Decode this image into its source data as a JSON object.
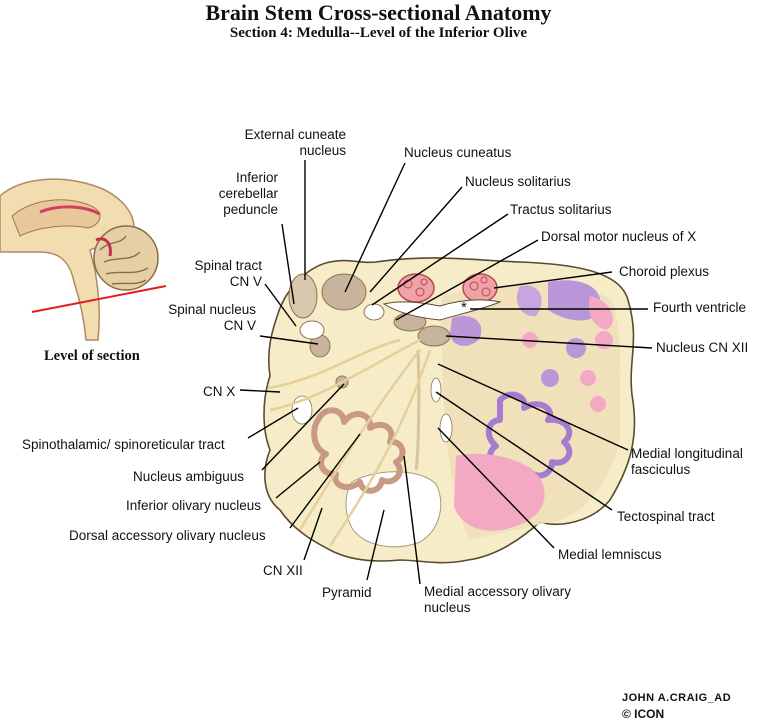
{
  "title": "Brain Stem Cross-sectional Anatomy",
  "subtitle": "Section 4:  Medulla--Level of the Inferior Olive",
  "inset_caption": "Level of section",
  "labels": {
    "external_cuneate_1": "External cuneate",
    "external_cuneate_2": "nucleus",
    "nucleus_cuneatus": "Nucleus cuneatus",
    "nucleus_solitarius": "Nucleus solitarius",
    "tractus_solitarius": "Tractus solitarius",
    "dorsal_motor": "Dorsal motor nucleus of X",
    "choroid_plexus": "Choroid plexus",
    "fourth_ventricle": "Fourth ventricle",
    "nucleus_cn_xii": "Nucleus CN XII",
    "inf_cereb_1": "Inferior",
    "inf_cereb_2": "cerebellar",
    "inf_cereb_3": "peduncle",
    "spinal_tract_1": "Spinal tract",
    "spinal_tract_2": "CN V",
    "spinal_nucleus_1": "Spinal nucleus",
    "spinal_nucleus_2": "CN V",
    "cn_x": "CN X",
    "spinothalamic": "Spinothalamic/ spinoreticular tract",
    "nucleus_ambiguus": "Nucleus ambiguus",
    "inferior_olivary": "Inferior olivary nucleus",
    "dorsal_accessory": "Dorsal accessory olivary nucleus",
    "cn_xii": "CN XII",
    "pyramid": "Pyramid",
    "medial_accessory_1": "Medial accessory olivary",
    "medial_accessory_2": "nucleus",
    "medial_lemniscus": "Medial lemniscus",
    "tectospinal": "Tectospinal tract",
    "mlf_1": "Medial longitudinal",
    "mlf_2": "fasciculus",
    "asterisk": "*"
  },
  "signature": {
    "line1": "JOHN A.CRAIG_AD",
    "line2": "© ICON"
  },
  "colors": {
    "tissue": "#f7ecc8",
    "tract": "#f4e3b2",
    "nucleus": "#c8b49c",
    "purple": "#b896d8",
    "pink": "#f3a8c4",
    "olive": "#d8a894",
    "pointer": "#000000",
    "section_line": "#e02020"
  }
}
